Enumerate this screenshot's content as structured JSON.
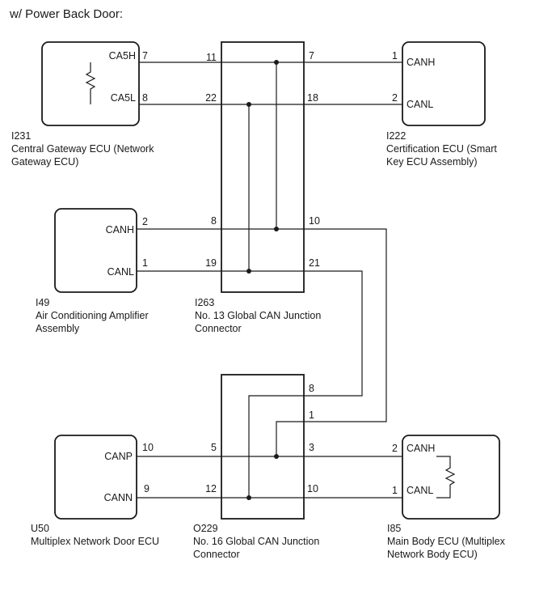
{
  "title": "w/ Power Back Door:",
  "components": {
    "i231": {
      "code": "I231",
      "name_line1": "Central Gateway ECU (Network",
      "name_line2": "Gateway ECU)",
      "pin_top_label": "CA5H",
      "pin_top_num": "7",
      "pin_bottom_label": "CA5L",
      "pin_bottom_num": "8"
    },
    "i222": {
      "code": "I222",
      "name_line1": "Certification ECU (Smart",
      "name_line2": "Key ECU Assembly)",
      "pin_top_label": "CANH",
      "pin_top_num": "1",
      "pin_bottom_label": "CANL",
      "pin_bottom_num": "2"
    },
    "i49": {
      "code": "I49",
      "name_line1": "Air Conditioning Amplifier",
      "name_line2": "Assembly",
      "pin_top_label": "CANH",
      "pin_top_num": "2",
      "pin_bottom_label": "CANL",
      "pin_bottom_num": "1"
    },
    "i263": {
      "code": "I263",
      "name_line1": "No. 13 Global CAN Junction",
      "name_line2": "Connector",
      "pins_left": [
        "11",
        "22",
        "8",
        "19"
      ],
      "pins_right": [
        "7",
        "18",
        "10",
        "21"
      ]
    },
    "o229": {
      "code": "O229",
      "name_line1": "No. 16 Global CAN Junction",
      "name_line2": "Connector",
      "pins_left": [
        "5",
        "12"
      ],
      "pins_right": [
        "8",
        "1",
        "3",
        "10"
      ]
    },
    "u50": {
      "code": "U50",
      "name_line1": "Multiplex Network Door ECU",
      "pin_top_label": "CANP",
      "pin_top_num": "10",
      "pin_bottom_label": "CANN",
      "pin_bottom_num": "9"
    },
    "i85": {
      "code": "I85",
      "name_line1": "Main Body ECU (Multiplex",
      "name_line2": "Network Body ECU)",
      "pin_top_label": "CANH",
      "pin_top_num": "2",
      "pin_bottom_label": "CANL",
      "pin_bottom_num": "1"
    }
  },
  "colors": {
    "line": "#1a1a1a",
    "background": "#ffffff"
  }
}
